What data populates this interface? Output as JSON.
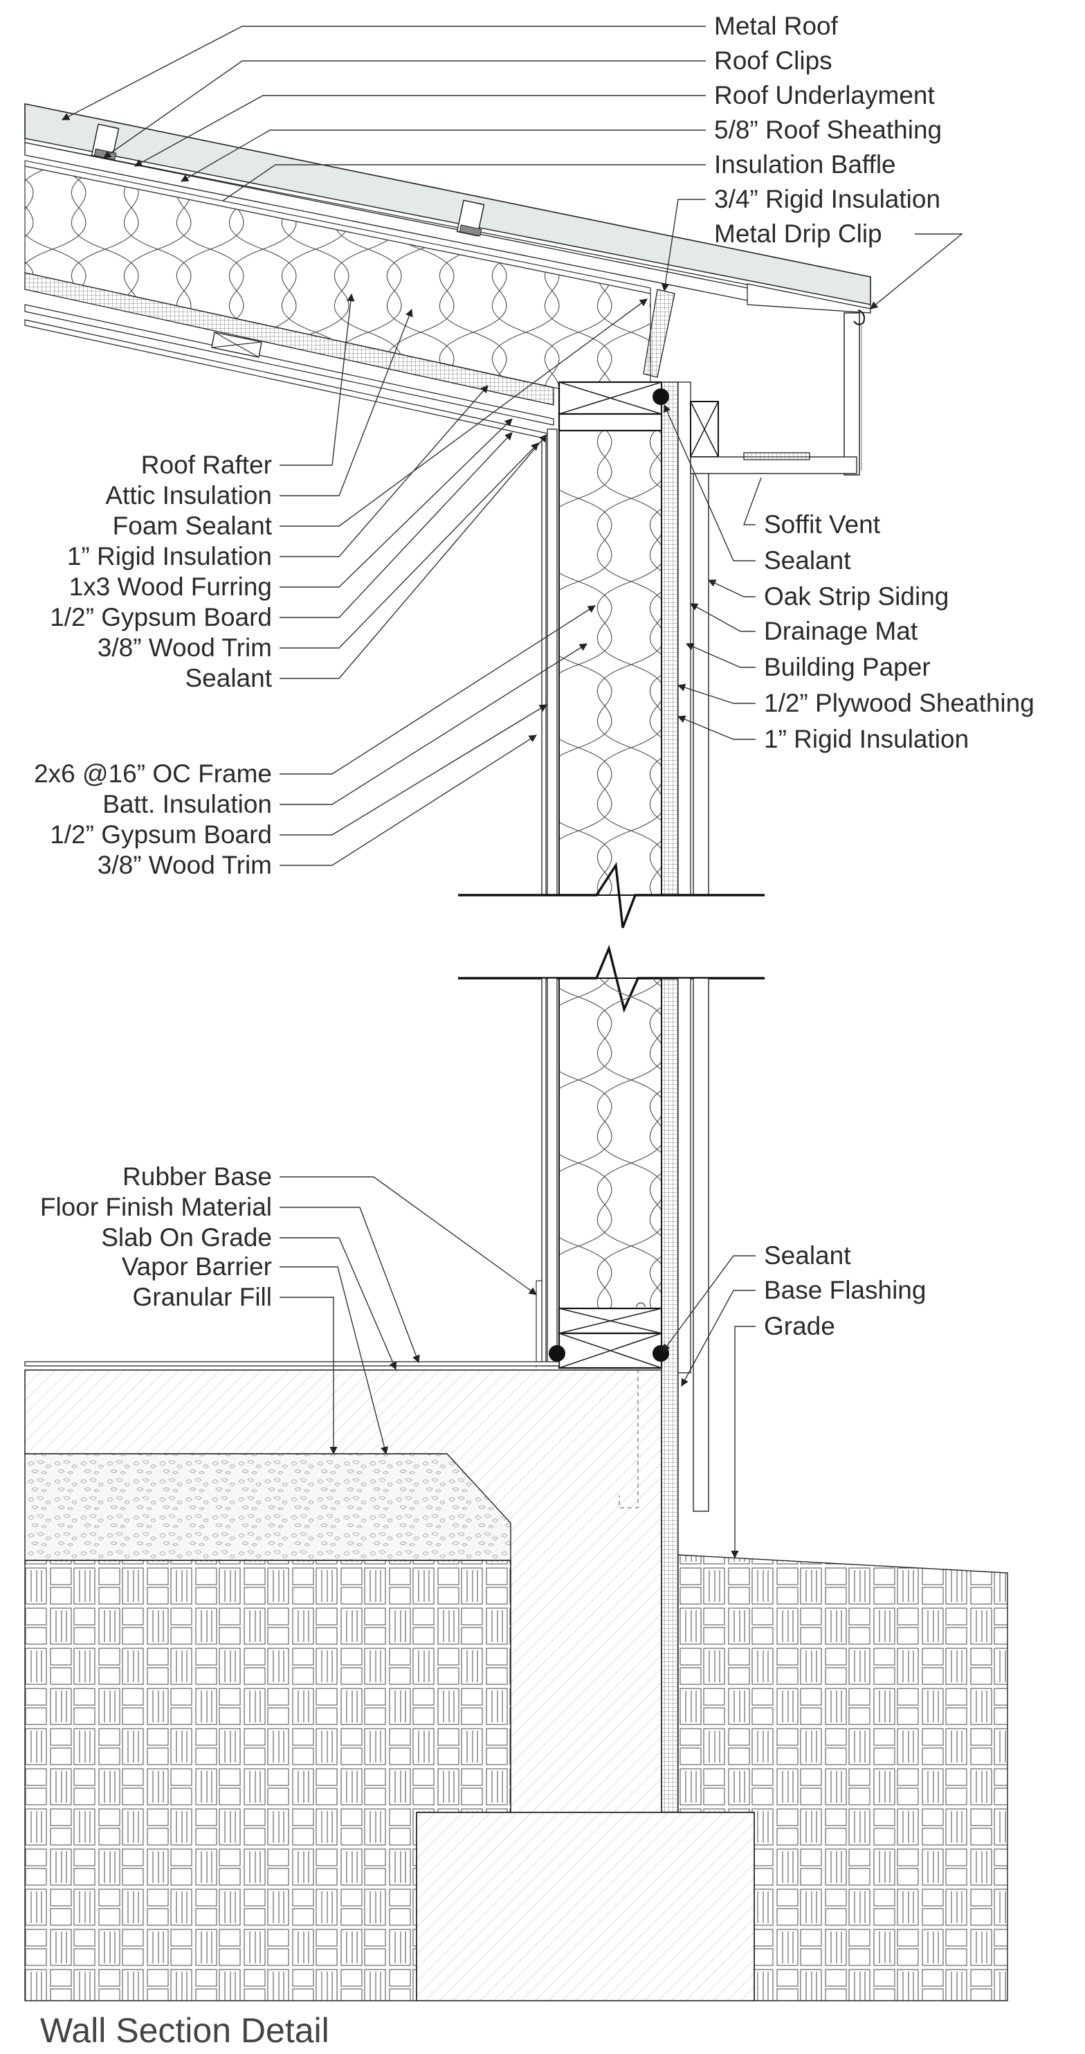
{
  "title": "Wall Section Detail",
  "labels": {
    "roof_top": [
      "Metal Roof",
      "Roof Clips",
      "Roof Underlayment",
      "5/8” Roof Sheathing",
      "Insulation Baffle",
      "3/4” Rigid Insulation",
      "Metal Drip Clip"
    ],
    "eave_left": [
      "Roof Rafter",
      "Attic Insulation",
      "Foam Sealant",
      "1” Rigid Insulation",
      "1x3 Wood Furring",
      "1/2” Gypsum Board",
      "3/8” Wood Trim",
      "Sealant"
    ],
    "wall_left": [
      "2x6 @16” OC Frame",
      "Batt. Insulation",
      "1/2” Gypsum Board",
      "3/8” Wood Trim"
    ],
    "wall_right": [
      "Soffit Vent",
      "Sealant",
      "Oak Strip Siding",
      "Drainage Mat",
      "Building Paper",
      "1/2” Plywood Sheathing",
      "1” Rigid Insulation"
    ],
    "floor_left": [
      "Rubber Base",
      "Floor Finish Material",
      "Slab On Grade",
      "Vapor Barrier",
      "Granular Fill"
    ],
    "base_right": [
      "Sealant",
      "Base Flashing",
      "Grade"
    ]
  }
}
